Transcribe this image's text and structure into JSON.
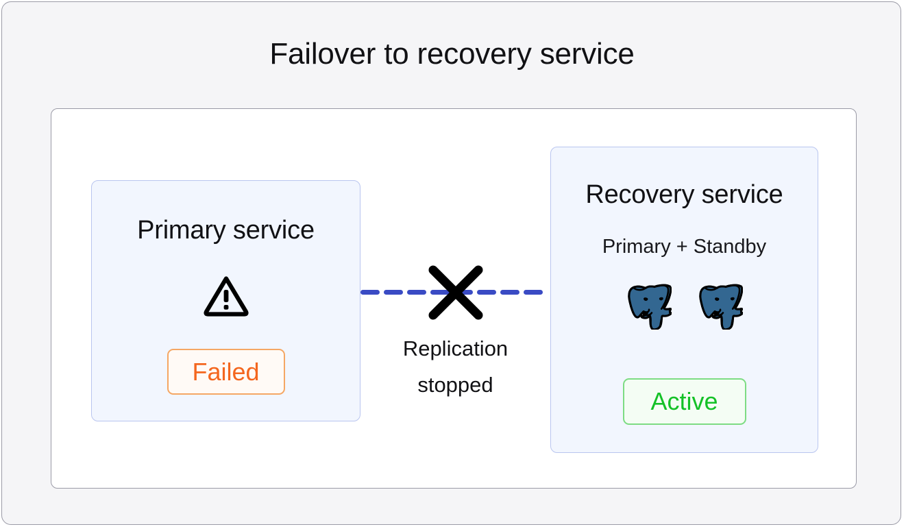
{
  "diagram": {
    "title": "Failover to recovery service",
    "background_color": "#f5f5f7",
    "canvas_color": "#ffffff",
    "frame_border_color": "#9a9aa6"
  },
  "primary_service": {
    "title": "Primary service",
    "icon": "warning-triangle-icon",
    "status_label": "Failed",
    "status_text_color": "#f4661e",
    "status_border_color": "#f5a764",
    "status_bg_color": "#fffaf6",
    "card_bg_color": "#f2f6fe",
    "card_border_color": "#b9c5ef"
  },
  "recovery_service": {
    "title": "Recovery service",
    "subtitle": "Primary + Standby",
    "node_icons": [
      "postgresql-elephant-icon",
      "postgresql-elephant-icon"
    ],
    "node_icon_color": "#336791",
    "status_label": "Active",
    "status_text_color": "#14c127",
    "status_border_color": "#7ddc83",
    "status_bg_color": "#f4fdf4",
    "card_bg_color": "#f2f6fe",
    "card_border_color": "#b9c5ef"
  },
  "replication_link": {
    "line_style": "dashed",
    "line_color": "#3a4bc4",
    "break_icon": "x-cross-icon",
    "break_icon_color": "#000000",
    "label_line_1": "Replication",
    "label_line_2": "stopped"
  }
}
